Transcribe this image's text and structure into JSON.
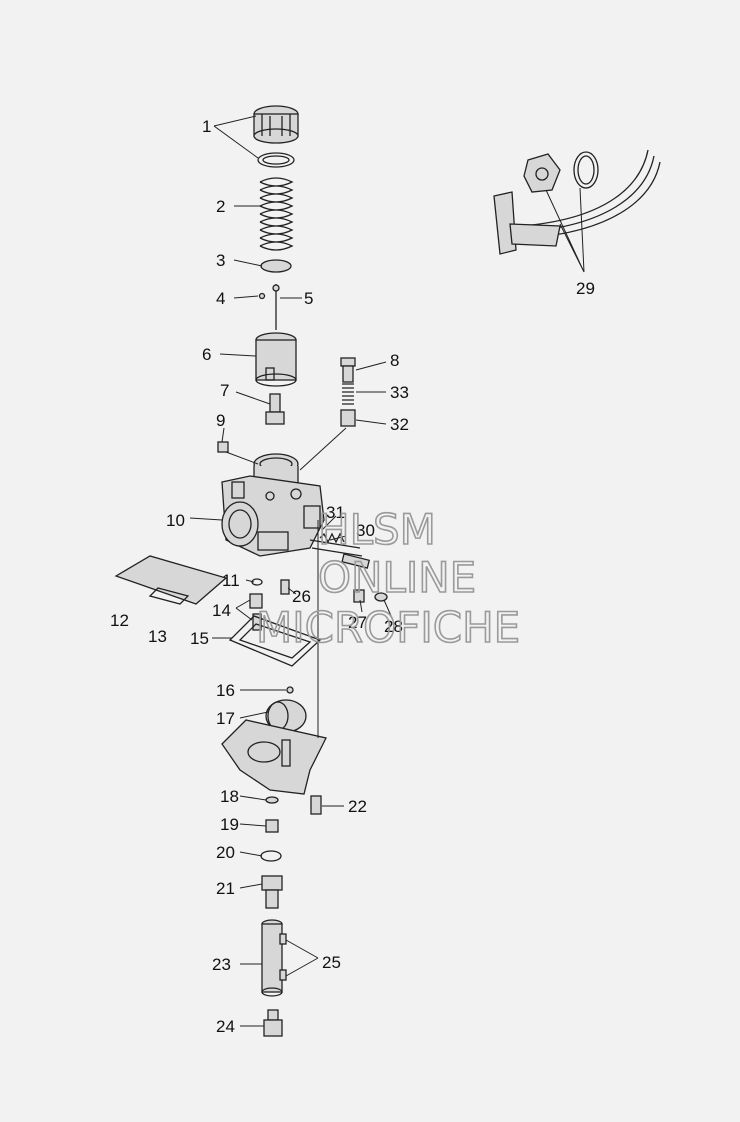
{
  "callouts": [
    "1",
    "2",
    "3",
    "4",
    "5",
    "6",
    "7",
    "8",
    "9",
    "10",
    "11",
    "12",
    "13",
    "14",
    "15",
    "16",
    "17",
    "18",
    "19",
    "20",
    "21",
    "22",
    "23",
    "24",
    "25",
    "26",
    "27",
    "28",
    "29",
    "30",
    "31",
    "32",
    "33"
  ],
  "watermark": {
    "line1": "HLSM",
    "line2": "ONLINE",
    "line3": "MICROFICHE"
  },
  "colors": {
    "background": "#f2f2f2",
    "line": "#222222",
    "watermark": "#9a9a9a"
  }
}
